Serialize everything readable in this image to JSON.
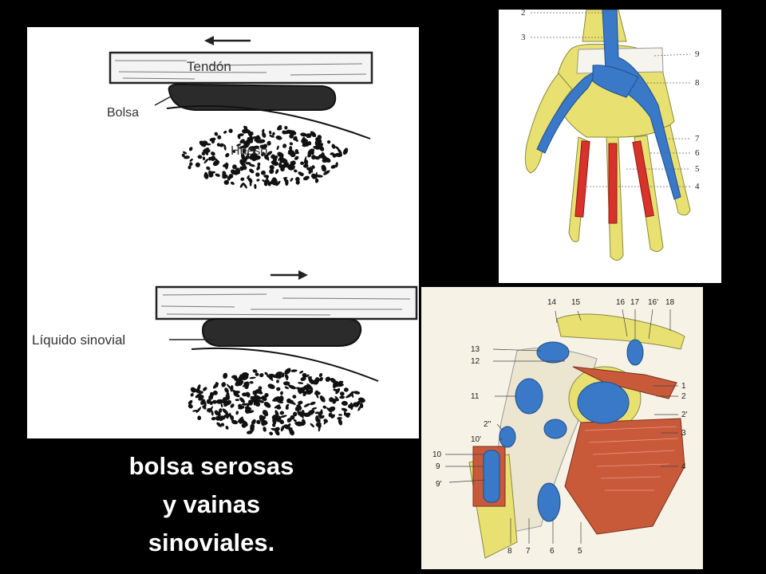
{
  "bursa_diagram": {
    "tendon_label": "Tendón",
    "bursa_label": "Bolsa",
    "bone_label": "Hueso",
    "fluid_label": "Líquido sinovial"
  },
  "hand_diagram": {
    "numbers": [
      "2",
      "3",
      "9",
      "8",
      "7",
      "6",
      "5",
      "4"
    ]
  },
  "shoulder_diagram": {
    "top_numbers": [
      "14",
      "15",
      "16",
      "17",
      "16'",
      "18"
    ],
    "left_numbers": [
      "13",
      "12",
      "11",
      "2''",
      "10'",
      "10",
      "9",
      "9'"
    ],
    "right_numbers": [
      "1",
      "2",
      "2'",
      "3",
      "4"
    ],
    "bottom_numbers": [
      "8",
      "7",
      "6",
      "5"
    ]
  },
  "caption": {
    "line1": "bolsa   serosas",
    "line2": "y  vainas",
    "line3": "sinoviales."
  },
  "colors": {
    "background": "#000000",
    "tendon_sheath_blue": "#3a78c8",
    "synovial_red": "#d8322a",
    "bone_yellow": "#e8e070",
    "muscle_red": "#c85a3a"
  }
}
